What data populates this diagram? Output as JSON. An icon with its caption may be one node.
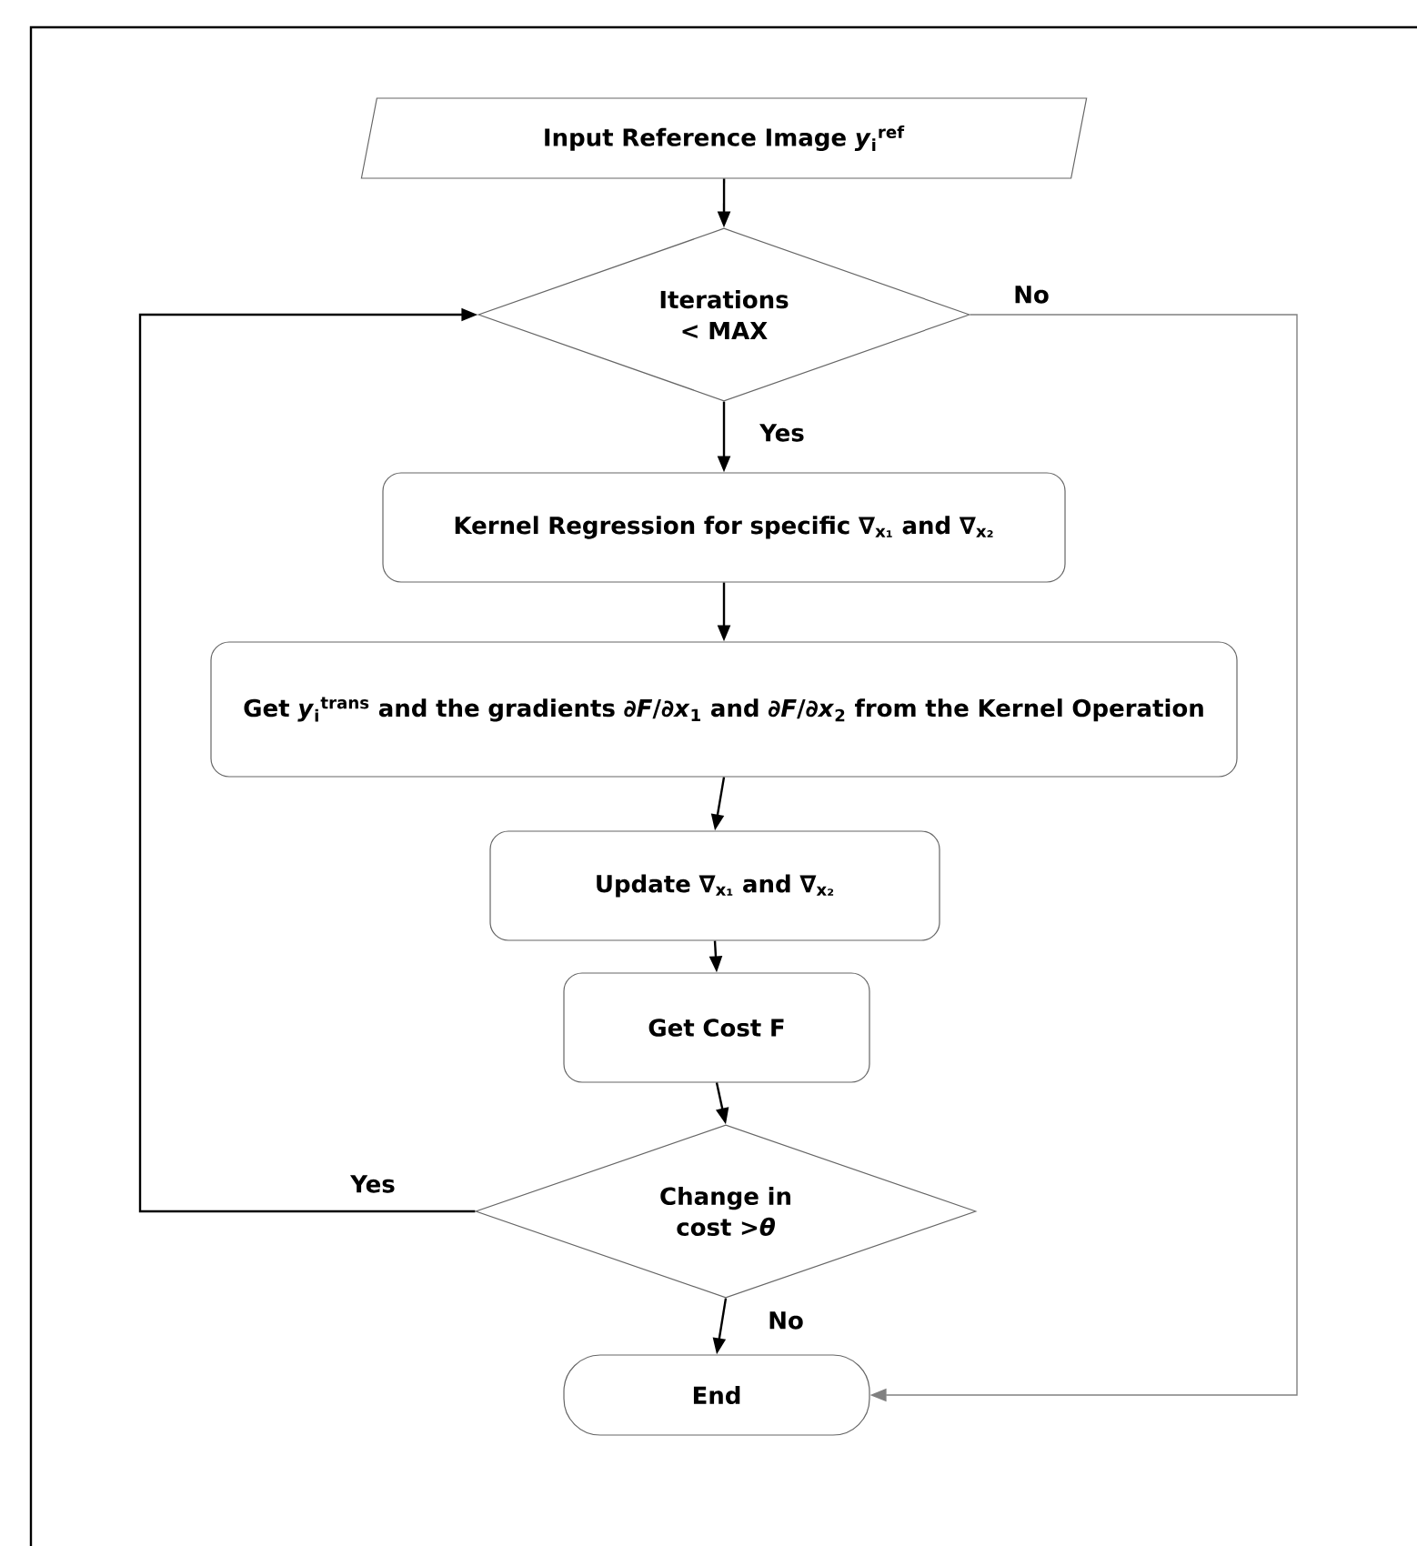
{
  "diagram": {
    "nodes": [
      {
        "text": [
          "Input Reference Image *y*$_{i}$$^{ref}$"
        ]
      },
      {
        "text": [
          "Iterations < MAX"
        ]
      },
      {
        "text": [
          "Kernel Regression for specific ∇$_{x₁}$ and ∇$_{x₂}$"
        ]
      },
      {
        "text": [
          "Get *y*$_{i}$$^{trans}$ and the gradients ∂*F*/∂*x*$_{1}$ and ∂*F*/∂*x*$_{2}$ from the Kernel Operation"
        ]
      },
      {
        "text": [
          "Update ∇$_{x₁}$ and ∇$_{x₂}$"
        ]
      },
      {
        "text": [
          "Get Cost F"
        ]
      },
      {
        "text": [
          "Change in cost >*θ*"
        ]
      },
      {
        "text": [
          "End"
        ]
      }
    ],
    "edges": [
      {
        "from": 0,
        "to": 1,
        "arrow": "to"
      },
      {
        "from": 1,
        "to": 2,
        "arrow": "to",
        "label": "Yes"
      },
      {
        "from": 2,
        "to": 3,
        "arrow": "to"
      },
      {
        "from": 3,
        "to": 4,
        "arrow": "to"
      },
      {
        "from": 4,
        "to": 5,
        "arrow": "to"
      },
      {
        "from": 5,
        "to": 6,
        "arrow": "to"
      },
      {
        "from": 6,
        "to": 1,
        "arrow": "to",
        "label": "Yes"
      },
      {
        "from": 6,
        "to": 7,
        "arrow": "to",
        "label": "No"
      },
      {
        "from": 1,
        "to": 7,
        "arrow": "to",
        "label": "No",
        "color": "#808080"
      }
    ]
  }
}
